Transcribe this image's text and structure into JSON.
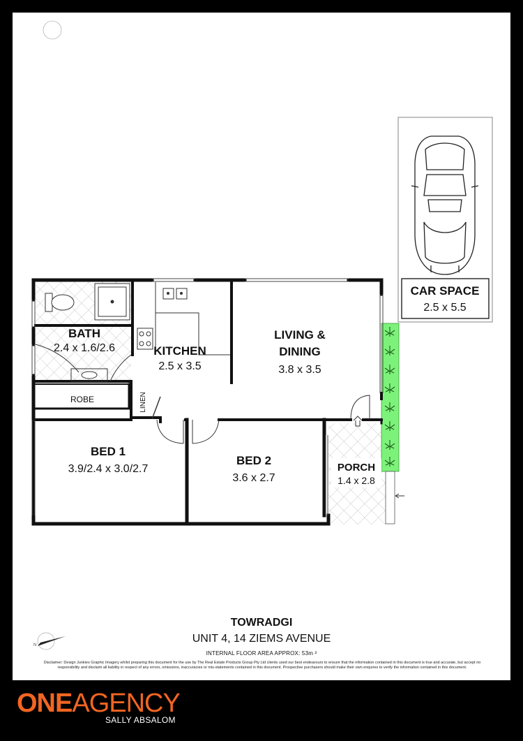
{
  "rooms": {
    "bath": {
      "name": "BATH",
      "dims": "2.4 x 1.6/2.6"
    },
    "kitchen": {
      "name": "KITCHEN",
      "dims": "2.5 x 3.5"
    },
    "living": {
      "name_line1": "LIVING &",
      "name_line2": "DINING",
      "dims": "3.8 x 3.5"
    },
    "robe": {
      "name": "ROBE"
    },
    "linen": {
      "name": "LINEN"
    },
    "bed1": {
      "name": "BED 1",
      "dims": "3.9/2.4 x 3.0/2.7"
    },
    "bed2": {
      "name": "BED 2",
      "dims": "3.6 x 2.7"
    },
    "porch": {
      "name": "PORCH",
      "dims": "1.4 x 2.8"
    },
    "car_space": {
      "name": "CAR SPACE",
      "dims": "2.5 x 5.5"
    }
  },
  "footer": {
    "suburb": "TOWRADGI",
    "address": "UNIT 4, 14 ZIEMS AVENUE",
    "floor_area": "INTERNAL FLOOR AREA APPROX: 53m ²",
    "disclaimer": "Disclaimer: Design Junkies Graphic Imagery whilst preparing this document for the use by The Real Estate Products Group Pty Ltd clients used our best endeavours to ensure that the information contained in this document is true and accurate, but accept no responsibility and disclaim all liability in respect of any errors, omissions, inaccuracies or mis-statements contained in this document. Prospective purchasers should make their own enquires to verify the information contained in this document."
  },
  "brand": {
    "name_part1": "ONE",
    "name_part2": "AGENCY",
    "agent": "SALLY ABSALOM",
    "accent_color": "#f26522"
  },
  "icons": {
    "compass": "north-arrow-icon",
    "car": "car-icon"
  }
}
